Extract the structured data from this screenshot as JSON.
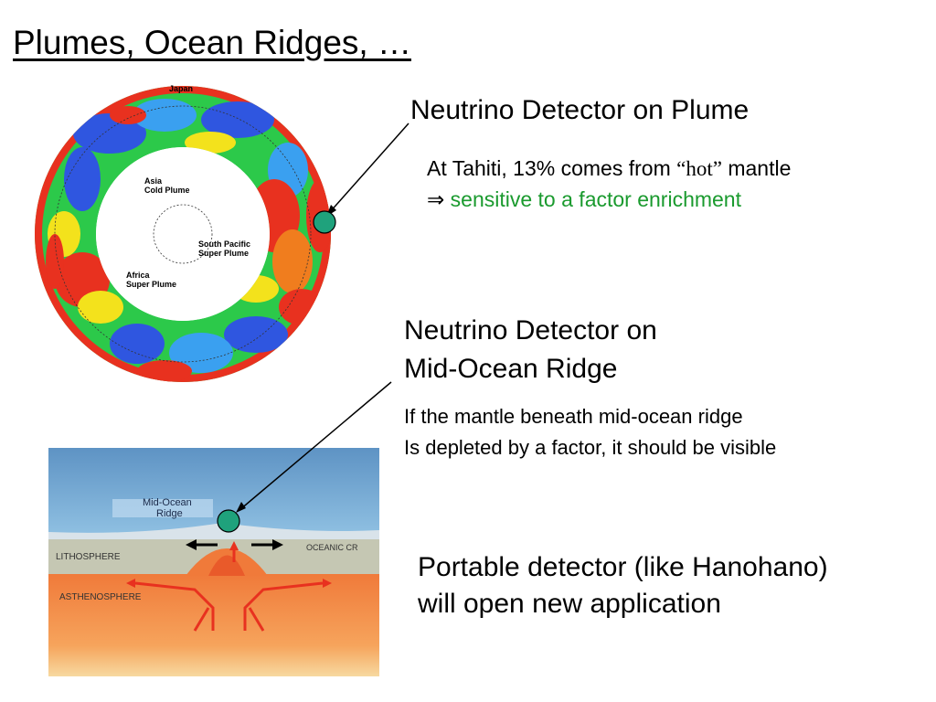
{
  "slide": {
    "title": "Plumes, Ocean Ridges, …"
  },
  "globe": {
    "label_top": "Japan",
    "label_asia_1": "Asia",
    "label_asia_2": "Cold Plume",
    "label_sp_1": "South Pacific",
    "label_sp_2": "Super Plume",
    "label_af_1": "Africa",
    "label_af_2": "Super Plume"
  },
  "plume_section": {
    "heading": "Neutrino Detector on Plume",
    "line1_prefix": "At Tahiti, 13% comes from ",
    "line1_quote_open": "“",
    "line1_hot": "hot",
    "line1_quote_close": "”",
    "line1_suffix": " mantle",
    "implies": "⇒ ",
    "line2_green": "sensitive to a factor enrichment"
  },
  "ridge_section": {
    "heading_line1": "Neutrino Detector on",
    "heading_line2": "Mid-Ocean Ridge",
    "body_line1": "If the mantle beneath mid-ocean ridge",
    "body_line2": "Is depleted by a factor, it should be visible"
  },
  "portable": {
    "line1": "Portable detector (like Hanohano)",
    "line2": "will open new application"
  },
  "ridge_diagram": {
    "label_ridge_1": "Mid-Ocean",
    "label_ridge_2": "Ridge",
    "label_lith": "LITHOSPHERE",
    "label_asth": "ASTHENOSPHERE",
    "label_crust": "OCEANIC CR"
  },
  "colors": {
    "detector": "#1fa27c",
    "green_text": "#1a9a2e",
    "mantle_red": "#e8311f"
  }
}
